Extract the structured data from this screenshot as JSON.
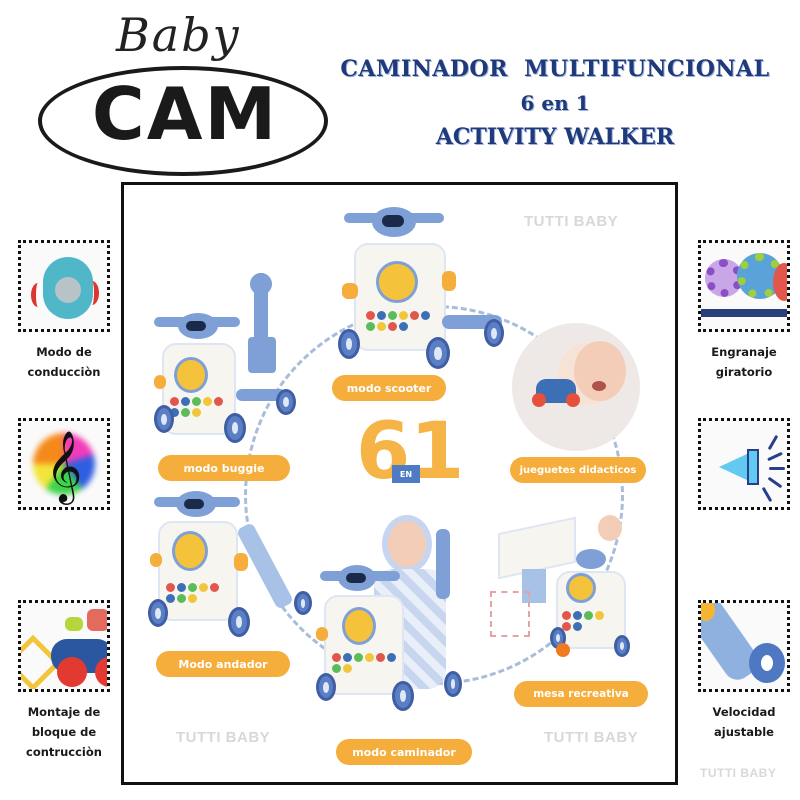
{
  "logo": {
    "script_text": "Baby",
    "main_text": "CAM"
  },
  "title": {
    "line1": "CAMINADOR  MULTIFUNCIONAL",
    "line2": "6 en 1",
    "line3": "ACTIVITY WALKER",
    "color": "#1f3a7a"
  },
  "center": {
    "badge_number": "6",
    "badge_number2": "1",
    "badge_en": "EN",
    "modes": [
      {
        "label": "modo scooter"
      },
      {
        "label": "modo buggie"
      },
      {
        "label": "jueguetes didacticos"
      },
      {
        "label": "Modo andador"
      },
      {
        "label": "mesa recreativa"
      },
      {
        "label": "modo caminador"
      }
    ],
    "pill_color": "#f5ad3b",
    "badge_color": "#f5b445",
    "en_color": "#4f7ac4"
  },
  "watermarks": {
    "top": "TUTTI BABY",
    "bottom_left": "TUTTI BABY",
    "bottom_right": "TUTTI BABY",
    "outside": "TUTTI BABY"
  },
  "features_left": [
    {
      "label_l1": "Modo de",
      "label_l2": "conducciòn",
      "label_l3": "",
      "icon": "steering-wheel-icon"
    },
    {
      "label_l1": "",
      "label_l2": "",
      "label_l3": "",
      "icon": "music-clef-icon"
    },
    {
      "label_l1": "Montaje de",
      "label_l2": "bloque de",
      "label_l3": "contrucciòn",
      "icon": "building-blocks-icon"
    }
  ],
  "features_right": [
    {
      "label_l1": "Engranaje",
      "label_l2": "giratorio",
      "icon": "gears-icon"
    },
    {
      "label_l1": "",
      "label_l2": "",
      "icon": "speaker-icon"
    },
    {
      "label_l1": "Velocidad",
      "label_l2": "ajustable",
      "icon": "speed-adjust-icon"
    }
  ]
}
